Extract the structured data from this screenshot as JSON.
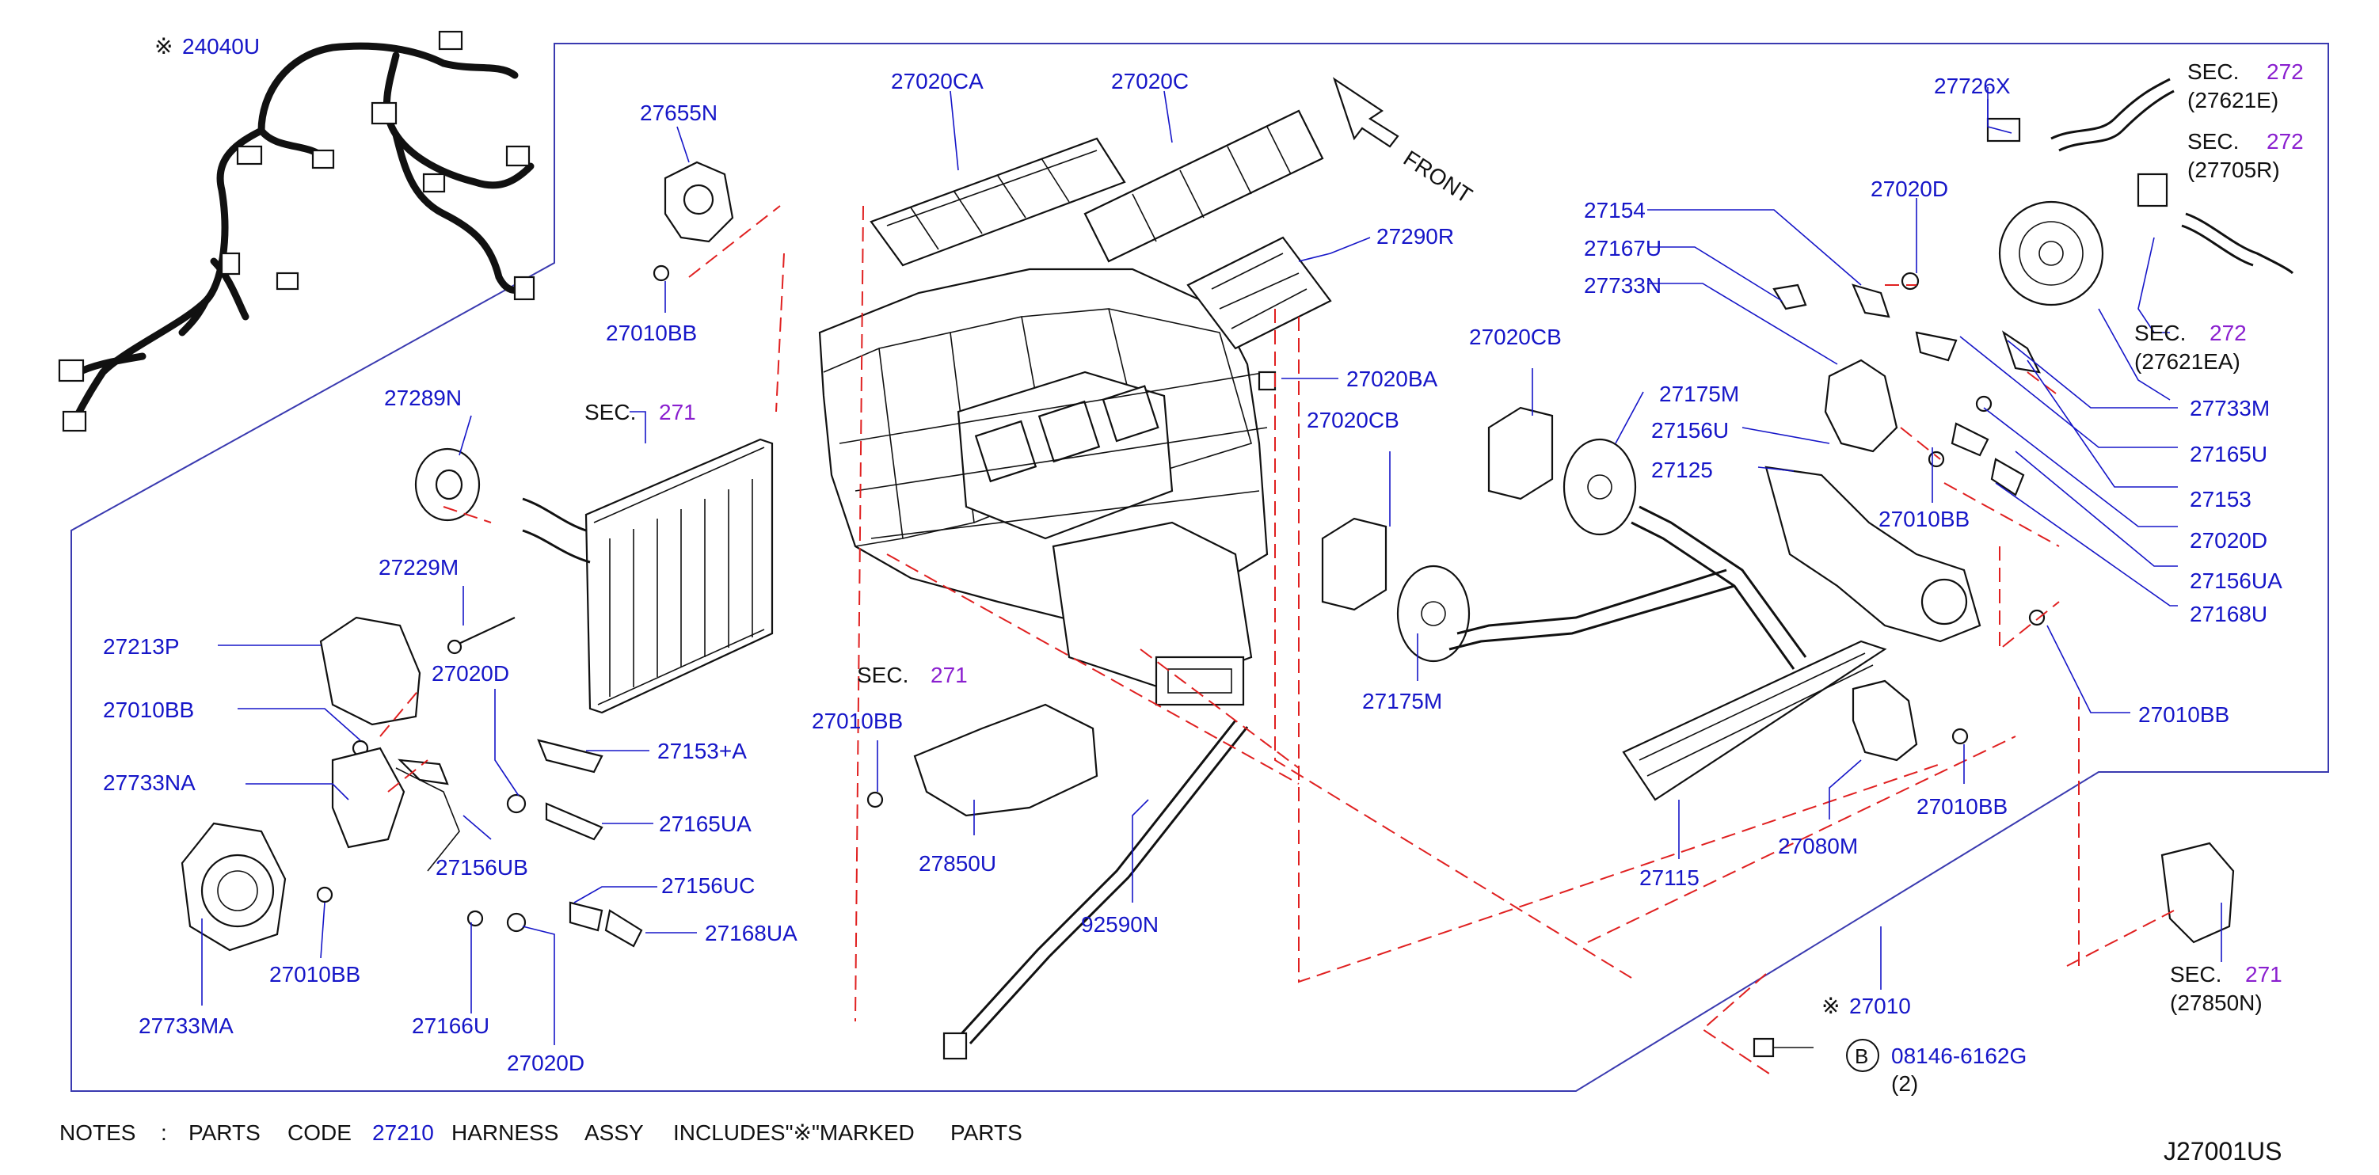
{
  "harness_assy": {
    "mark": "※",
    "number": "24040U"
  },
  "assy": {
    "mark": "※",
    "number": "27010"
  },
  "labels": {
    "p27655N": "27655N",
    "p27010BB_a": "27010BB",
    "p27020CA": "27020CA",
    "p27020C": "27020C",
    "p27290R": "27290R",
    "p27020BA": "27020BA",
    "p27289N": "27289N",
    "p27229M": "27229M",
    "p27213P": "27213P",
    "p27010BB_b": "27010BB",
    "p27733NA": "27733NA",
    "p27020D_a": "27020D",
    "p27153A": "27153+A",
    "p27165UA": "27165UA",
    "p27156UB": "27156UB",
    "p27156UC": "27156UC",
    "p27168UA": "27168UA",
    "p27010BB_c": "27010BB",
    "p27166U": "27166U",
    "p27020D_b": "27020D",
    "p27733MA": "27733MA",
    "p27010BB_d": "27010BB",
    "p27850U": "27850U",
    "p92590N": "92590N",
    "p27020CB_a": "27020CB",
    "p27020CB_b": "27020CB",
    "p27175M_a": "27175M",
    "p27175M_b": "27175M",
    "p27154": "27154",
    "p27167U": "27167U",
    "p27733N": "27733N",
    "p27156U": "27156U",
    "p27125": "27125",
    "p27020D_c": "27020D",
    "p27726X": "27726X",
    "p27010BB_e": "27010BB",
    "p27733M": "27733M",
    "p27165U": "27165U",
    "p27153": "27153",
    "p27020D_d": "27020D",
    "p27156UA": "27156UA",
    "p27168U": "27168U",
    "p27010BB_f": "27010BB",
    "p27010BB_g": "27010BB",
    "p27080M": "27080M",
    "p27115": "27115",
    "p08146": "08146-6162G",
    "p08146_qty": "(2)",
    "bolt_circle": "B"
  },
  "sections": {
    "sec_word": "SEC.",
    "s271_a": "271",
    "s271_b": "271",
    "s271_c": "271",
    "s272_a": "272",
    "s272_b": "272",
    "s272_c": "272",
    "ref_27621E": "(27621E)",
    "ref_27705R": "(27705R)",
    "ref_27621EA": "(27621EA)",
    "ref_27850N": "(27850N)"
  },
  "front_label": "FRONT",
  "notes": {
    "prefix": "NOTES",
    "colon": ":",
    "w_parts": "PARTS",
    "w_code": "CODE",
    "code": "27210",
    "w_harness": "HARNESS",
    "w_assy": "ASSY",
    "w_includes": "INCLUDES\"※\"MARKED",
    "w_parts2": "PARTS"
  },
  "diagram_id": "J27001US",
  "colors": {
    "part_number": "#1616c8",
    "section_ref": "#8a1fcf",
    "dashed_lines": "#e02020",
    "frame": "#3a3ab0",
    "drawing": "#111111"
  }
}
